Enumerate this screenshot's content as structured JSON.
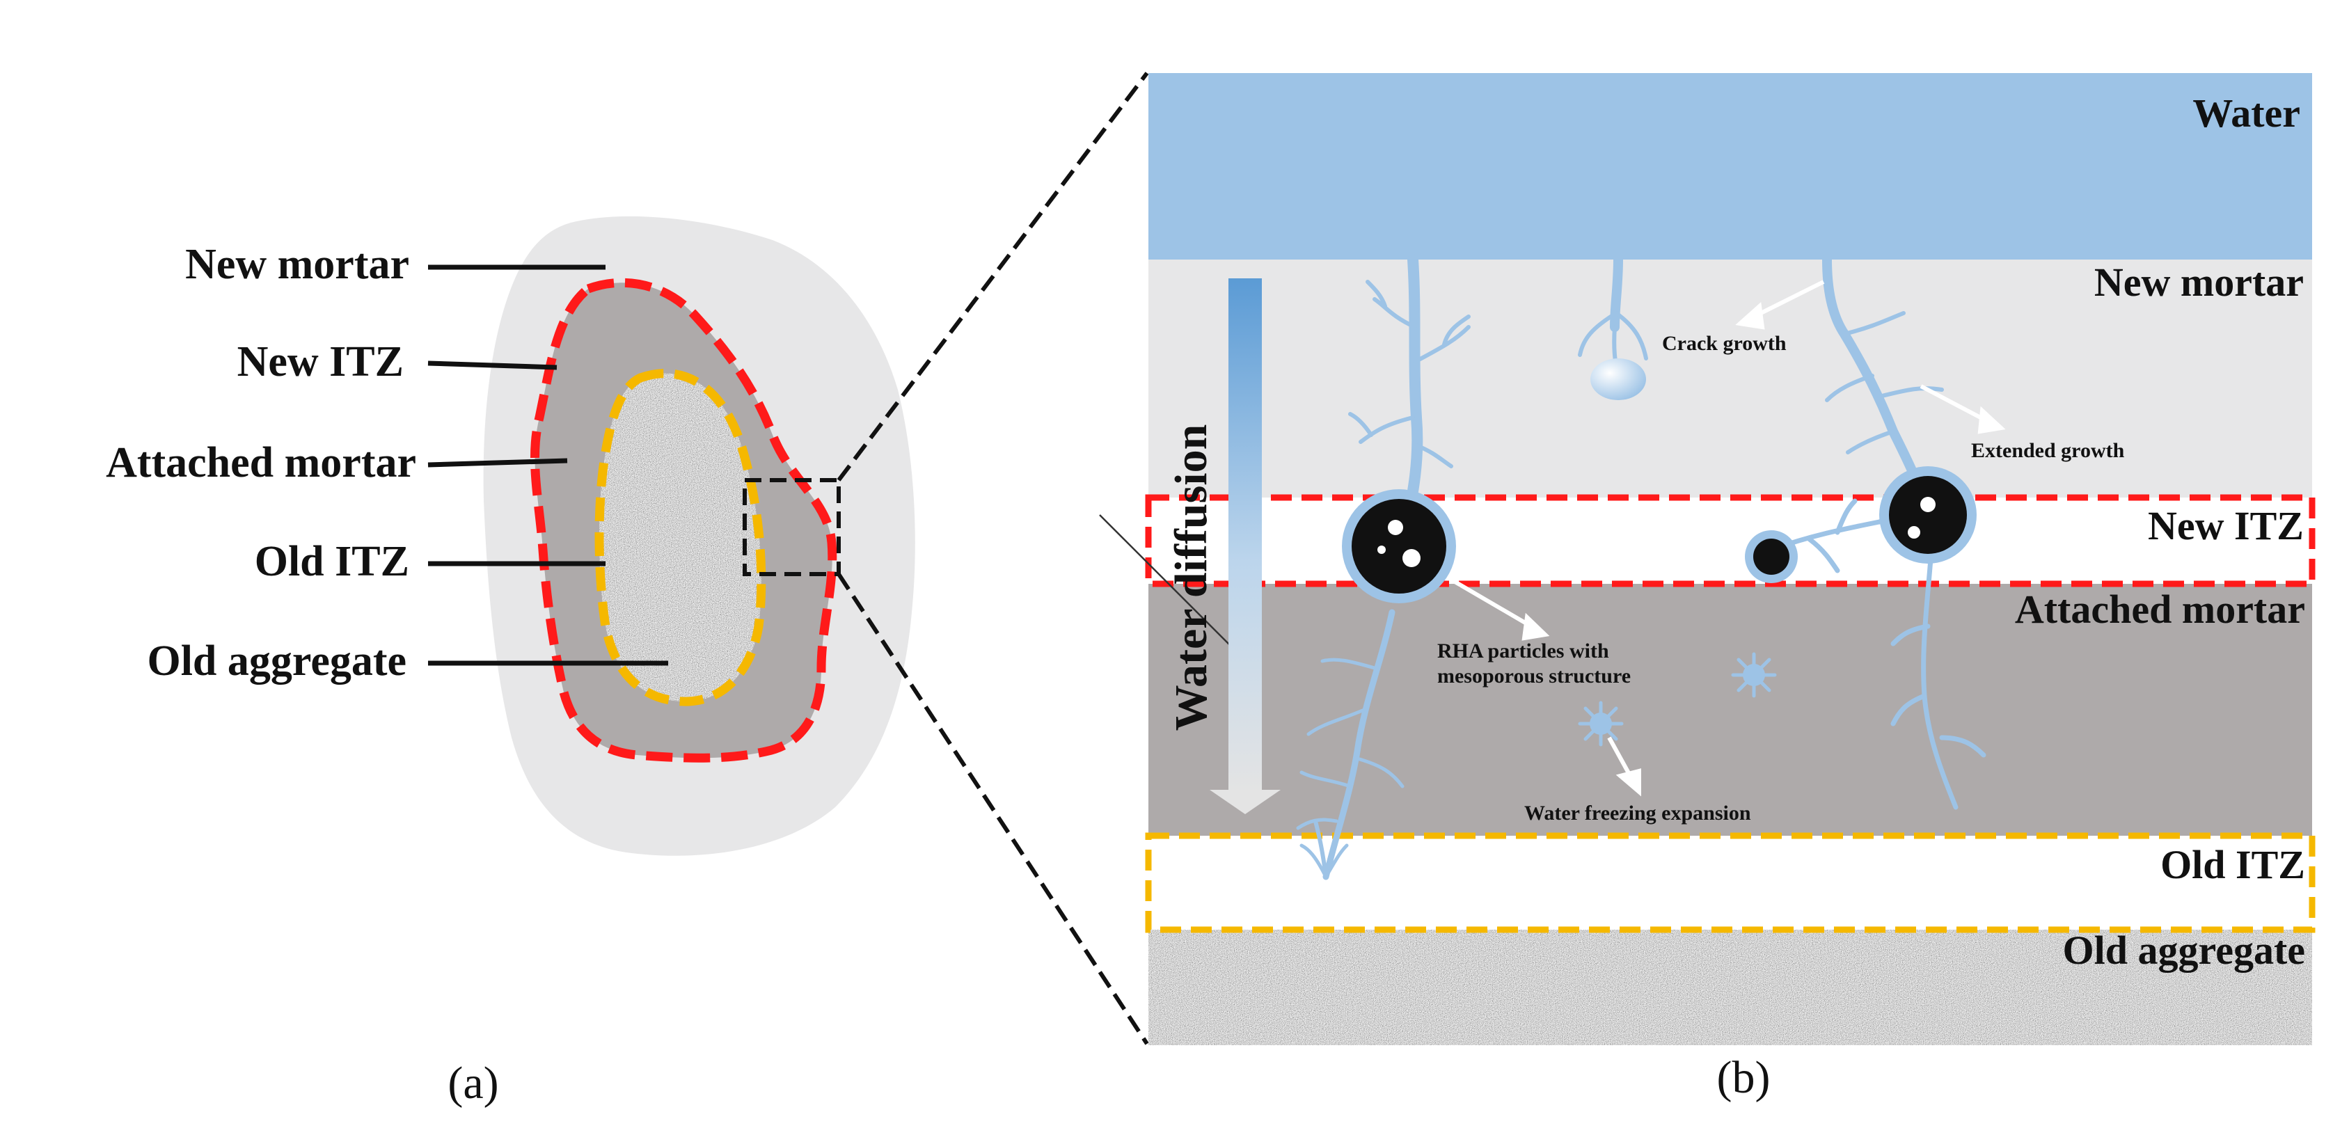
{
  "panel_a": {
    "labels": {
      "new_mortar": "New mortar",
      "new_itz": "New ITZ",
      "attached_mortar": "Attached mortar",
      "old_itz": "Old ITZ",
      "old_aggregate": "Old aggregate"
    },
    "caption": "(a)"
  },
  "panel_b": {
    "layers": {
      "water": "Water",
      "new_mortar": "New mortar",
      "new_itz": "New ITZ",
      "attached_mortar": "Attached mortar",
      "old_itz": "Old ITZ",
      "old_aggregate": "Old aggregate"
    },
    "water_diffusion": "Water diffusion",
    "annotations": {
      "crack_growth": "Crack growth",
      "extended_growth": "Extended growth",
      "rha_line1": "RHA particles with",
      "rha_line2": "mesoporous structure",
      "freezing": "Water freezing expansion"
    },
    "caption": "(b)"
  },
  "colors": {
    "water": "#9dc3e6",
    "new_mortar": "#e7e7e8",
    "attached_mortar": "#aeaaaa",
    "new_itz_border": "#ff1a1a",
    "old_itz_border": "#f5b800",
    "crack": "#9dc3e6"
  }
}
